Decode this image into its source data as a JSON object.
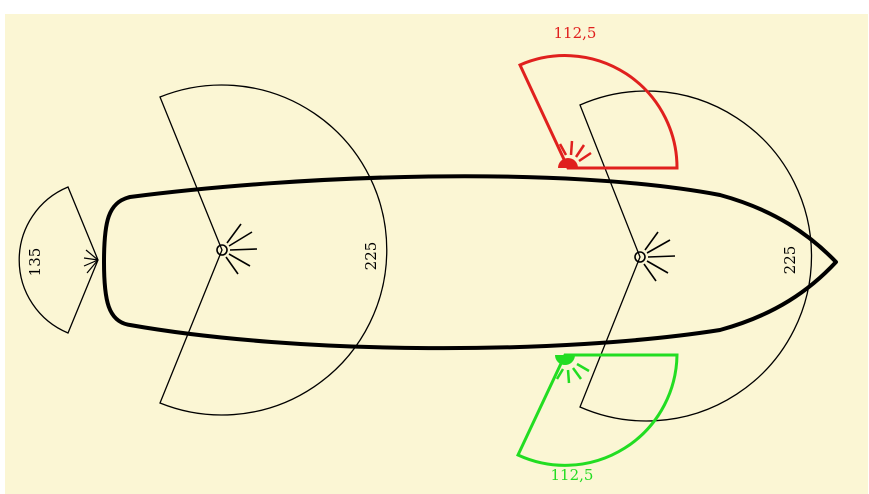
{
  "diagram": {
    "colors": {
      "background": "#fbf6d4",
      "outline": "#000000",
      "port": "#e0201e",
      "starboard": "#22dd22"
    },
    "sectors": [
      {
        "name": "stern-light",
        "angle_label": "135"
      },
      {
        "name": "aft-masthead-light",
        "angle_label": "225"
      },
      {
        "name": "forward-masthead-light",
        "angle_label": "225"
      },
      {
        "name": "port-sidelight",
        "angle_label": "112,5",
        "color": "#e0201e"
      },
      {
        "name": "starboard-sidelight",
        "angle_label": "112,5",
        "color": "#22dd22"
      }
    ]
  }
}
